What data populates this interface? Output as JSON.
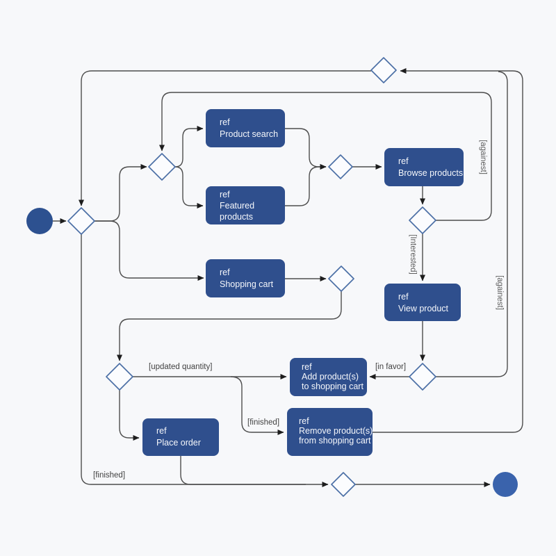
{
  "colors": {
    "background": "#f7f8fa",
    "node_fill": "#2f4f8d",
    "node_text": "#f5f7fb",
    "diamond_fill": "#fbfcfe",
    "diamond_stroke": "#4c70a6",
    "edge": "#4d4d4d",
    "arrow": "#1d1d1d",
    "label": "#424242",
    "label_rotated": "#5d5d5d",
    "start_node": "#2d5190",
    "end_node": "#3a63ac"
  },
  "nodes": {
    "product_search": {
      "lines": [
        "ref",
        "Product search"
      ]
    },
    "featured_products": {
      "lines": [
        "ref",
        "Featured",
        "products"
      ]
    },
    "browse_products": {
      "lines": [
        "ref",
        "Browse products"
      ]
    },
    "shopping_cart": {
      "lines": [
        "ref",
        "Shopping cart"
      ]
    },
    "view_product": {
      "lines": [
        "ref",
        "View product"
      ]
    },
    "add_products": {
      "lines": [
        "ref",
        "Add product(s)",
        "to shopping cart"
      ]
    },
    "remove_products": {
      "lines": [
        "ref",
        "Remove product(s)",
        "from shopping cart"
      ]
    },
    "place_order": {
      "lines": [
        "ref",
        "Place order"
      ]
    }
  },
  "labels": {
    "against_browse_loop": "[againest]",
    "against_view_loop": "[againest]",
    "interested": "[Interested]",
    "in_favor": "[in favor]",
    "updated_quantity": "[updated quantity]",
    "finished_remove": "[finished]",
    "finished_end": "[finished]"
  }
}
